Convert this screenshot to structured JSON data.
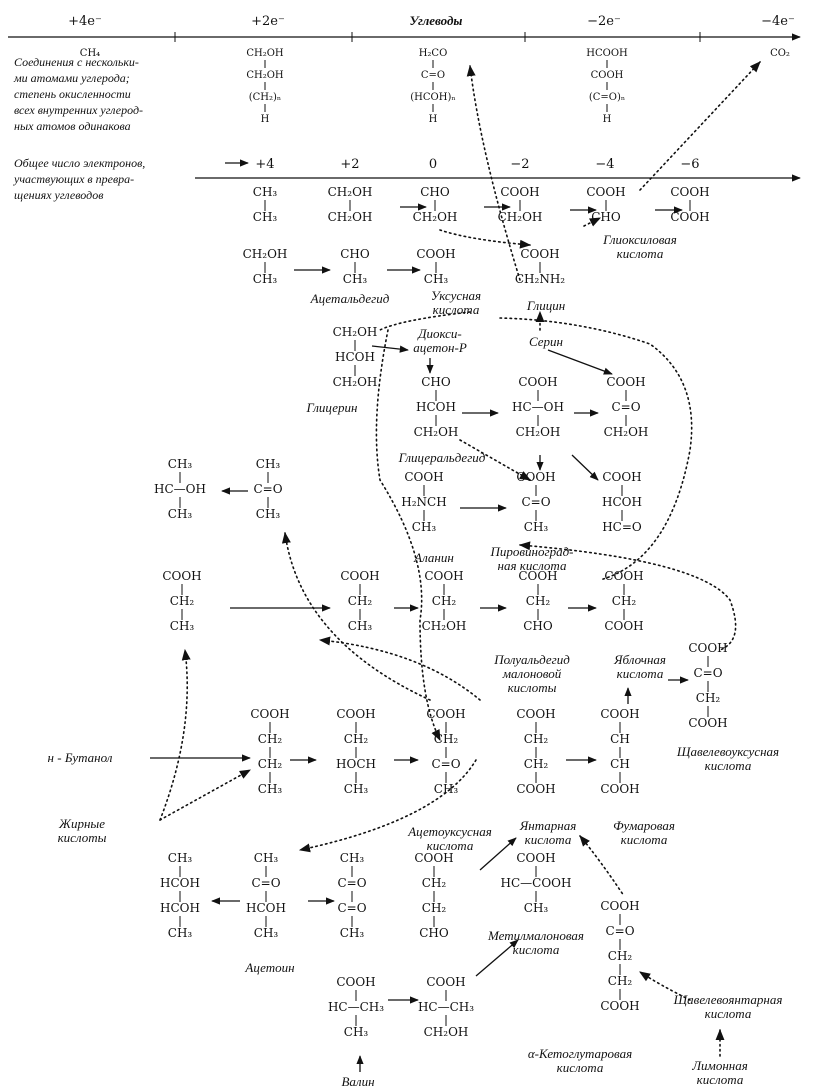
{
  "top_axis": {
    "ticks": [
      "+4e⁻",
      "+2e⁻",
      "Углеводы",
      "−2e⁻",
      "−4e⁻"
    ]
  },
  "top_note": [
    "Соединения с нескольки-",
    "ми атомами углерода;",
    "степень окисленности",
    "всех внутренних углерод-",
    "ных атомов одинакова"
  ],
  "top_formulas": {
    "c1": [
      "CH₄"
    ],
    "c2": [
      "CH₂OH",
      "CH₂OH",
      "(CH₂)ₙ",
      "H"
    ],
    "c3": [
      "H₂CO",
      "C=O",
      "(HCOH)ₙ",
      "H"
    ],
    "c4": [
      "HCOOH",
      "COOH",
      "(C=O)ₙ",
      "H"
    ],
    "c5": [
      "CO₂"
    ]
  },
  "mid_axis": {
    "note": [
      "Общее число электронов,",
      "участвующих в превра-",
      "щениях углеводов"
    ],
    "ticks": [
      "+4",
      "+2",
      "0",
      "−2",
      "−4",
      "−6"
    ]
  },
  "formulas": {
    "ethane": [
      "CH₃",
      "CH₃"
    ],
    "glycol": [
      "CH₂OH",
      "CH₂OH"
    ],
    "glycolald": [
      "CHO",
      "CH₂OH"
    ],
    "glycolic": [
      "COOH",
      "CH₂OH"
    ],
    "glyoxylic": [
      "COOH",
      "CHO"
    ],
    "oxalic": [
      "COOH",
      "COOH"
    ],
    "ethanol": [
      "CH₂OH",
      "CH₃"
    ],
    "acetald": [
      "CHO",
      "CH₃"
    ],
    "acetic": [
      "COOH",
      "CH₃"
    ],
    "glycine": [
      "COOH",
      "CH₂NH₂"
    ],
    "glycerol": [
      "CH₂OH",
      "HCOH",
      "CH₂OH"
    ],
    "dhap": [
      "CHO",
      "HCOH",
      "CH₂OH"
    ],
    "glyceric": [
      "COOH",
      "HC—OH",
      "CH₂OH"
    ],
    "hydroxypyr": [
      "COOH",
      "C=O",
      "CH₂OH"
    ],
    "isopropanol": [
      "CH₃",
      "HC—OH",
      "CH₃"
    ],
    "acetone": [
      "CH₃",
      "C=O",
      "CH₃"
    ],
    "alanine": [
      "COOH",
      "H₂NCH",
      "CH₃"
    ],
    "pyruvic": [
      "COOH",
      "C=O",
      "CH₃"
    ],
    "oxomal": [
      "COOH",
      "HCOH",
      "HC=O"
    ],
    "propionic": [
      "COOH",
      "CH₂",
      "CH₃"
    ],
    "lactic": [
      "COOH",
      "CH₂",
      "CH₃"
    ],
    "hydroxyprop": [
      "COOH",
      "CH₂",
      "CH₂OH"
    ],
    "malonsemi": [
      "COOH",
      "CH₂",
      "CHO"
    ],
    "malonic": [
      "COOH",
      "CH₂",
      "COOH"
    ],
    "oxaloacetic": [
      "COOH",
      "C=O",
      "CH₂",
      "COOH"
    ],
    "butyric": [
      "COOH",
      "CH₂",
      "CH₂",
      "CH₃"
    ],
    "hydroxybut": [
      "COOH",
      "CH₂",
      "HOCH",
      "CH₃"
    ],
    "acetoacetic": [
      "COOH",
      "CH₂",
      "C=O",
      "CH₃"
    ],
    "succinic": [
      "COOH",
      "CH₂",
      "CH₂",
      "COOH"
    ],
    "fumaric": [
      "COOH",
      "CH",
      "CH",
      "COOH"
    ],
    "butanediol": [
      "CH₃",
      "HCOH",
      "HCOH",
      "CH₃"
    ],
    "acetoin": [
      "CH₃",
      "C=O",
      "HCOH",
      "CH₃"
    ],
    "diacetyl": [
      "CH₃",
      "C=O",
      "C=O",
      "CH₃"
    ],
    "succsemi": [
      "COOH",
      "CH₂",
      "CH₂",
      "CHO"
    ],
    "methylmal": [
      "COOH",
      "HC—COOH",
      "CH₃"
    ],
    "ketoglut": [
      "COOH",
      "C=O",
      "CH₂",
      "CH₂",
      "COOH"
    ],
    "valine": [
      "COOH",
      "HC—CH₃",
      "CH₃"
    ],
    "hydroxyisobut": [
      "COOH",
      "HC—CH₃",
      "CH₂OH"
    ]
  },
  "labels": {
    "glyoxylic": [
      "Глиоксиловая",
      "кислота"
    ],
    "acetald": [
      "Ацетальдегид"
    ],
    "acetic": [
      "Уксусная",
      "кислота"
    ],
    "glycine": [
      "Глицин"
    ],
    "serine": [
      "Серин"
    ],
    "dhap": [
      "Диокси-",
      "ацетон-P"
    ],
    "glycerol": [
      "Глицерин"
    ],
    "glyceral": [
      "Глицеральдегид"
    ],
    "alanine": [
      "Аланин"
    ],
    "pyruvic": [
      "Пировиноград-",
      "ная кислота"
    ],
    "malonsemi": [
      "Полуальдегид",
      "малоновой",
      "кислоты"
    ],
    "malic": [
      "Яблочная",
      "кислота"
    ],
    "oxaloacetic": [
      "Щавелевоуксусная",
      "кислота"
    ],
    "butanol": [
      "н - Бутанол"
    ],
    "fatty": [
      "Жирные",
      "кислоты"
    ],
    "acetoacetic": [
      "Ацетоуксусная",
      "кислота"
    ],
    "succinic": [
      "Янтарная",
      "кислота"
    ],
    "fumaric": [
      "Фумаровая",
      "кислота"
    ],
    "acetoin": [
      "Ацетоин"
    ],
    "methylmal": [
      "Метилмалоновая",
      "кислота"
    ],
    "oxalosuccinic": [
      "Щавелевоянтарная",
      "кислота"
    ],
    "ketoglut": [
      "α-Кетоглутаровая",
      "кислота"
    ],
    "citric": [
      "Лимонная",
      "кислота"
    ],
    "valine": [
      "Валин"
    ]
  }
}
